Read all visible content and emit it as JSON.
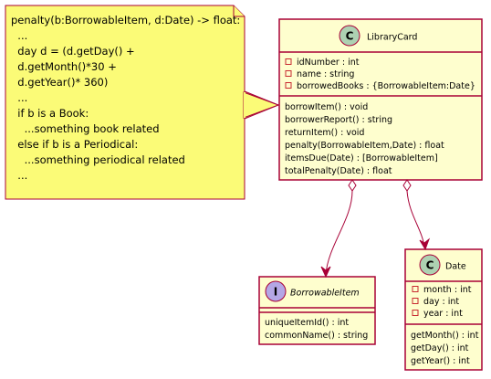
{
  "note": {
    "lines": [
      "penalty(b:BorrowableItem, d:Date) -> float:",
      "  ...",
      "  day d = (d.getDay() +",
      "  d.getMonth()*30 +",
      "  d.getYear()* 360)",
      "  ...",
      "  if b is a Book:",
      "    ...something book related",
      "  else if b is a Periodical:",
      "    ...something periodical related",
      "  ..."
    ]
  },
  "classes": {
    "library_card": {
      "stereotype_letter": "C",
      "name": "LibraryCard",
      "attributes": [
        "idNumber : int",
        "name : string",
        "borrowedBooks : {BorrowableItem:Date}"
      ],
      "methods": [
        "borrowItem() : void",
        "borrowerReport() : string",
        "returnItem() : void",
        "penalty(BorrowableItem,Date) : float",
        "itemsDue(Date) : [BorrowableItem]",
        "totalPenalty(Date) : float"
      ]
    },
    "borrowable_item": {
      "stereotype_letter": "I",
      "name": "BorrowableItem",
      "attributes": [],
      "methods": [
        "uniqueItemId() : int",
        "commonName() : string"
      ]
    },
    "date": {
      "stereotype_letter": "C",
      "name": "Date",
      "attributes": [
        "month : int",
        "day : int",
        "year : int"
      ],
      "methods": [
        "getMonth() : int",
        "getDay() : int",
        "getYear() : int"
      ]
    }
  },
  "colors": {
    "class_fill": "#FEFECE",
    "class_border": "#A80036",
    "note_fill": "#FBFB77",
    "note_border": "#A80036",
    "class_badge": "#ADD1B2",
    "interface_badge": "#B4A7E5",
    "arrow": "#A80036"
  }
}
